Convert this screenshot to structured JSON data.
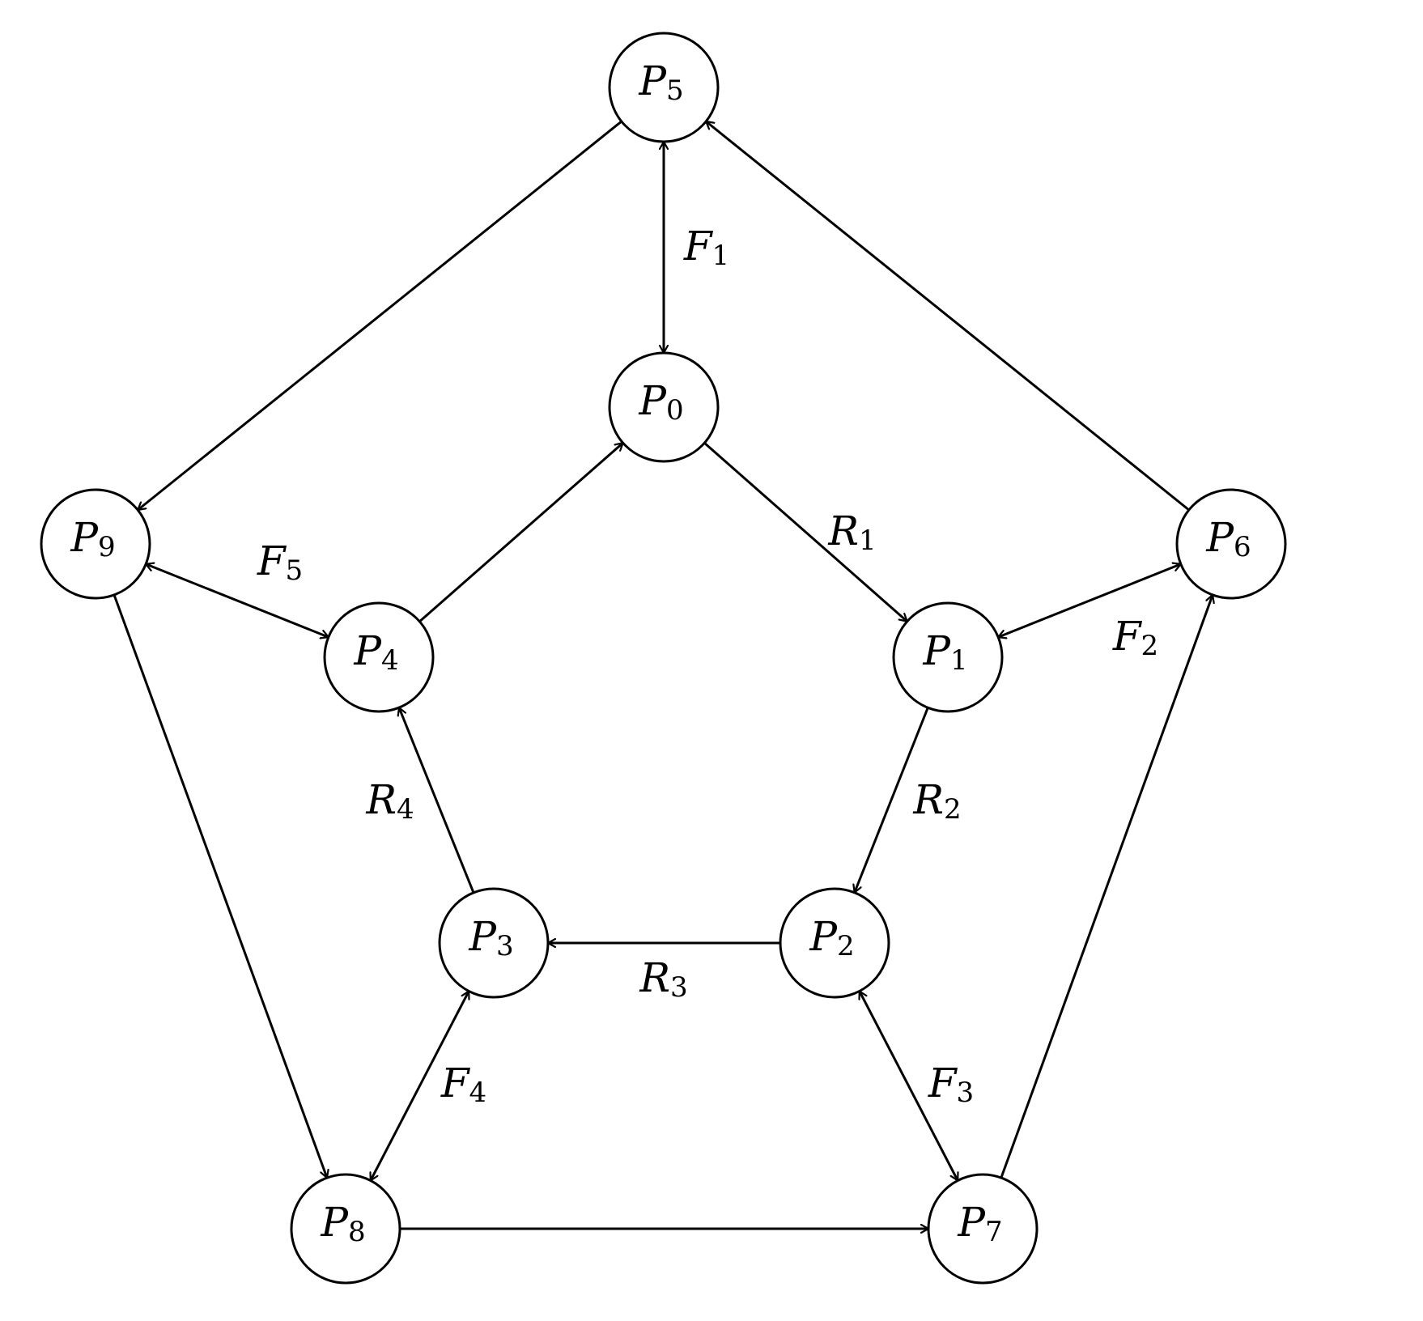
{
  "diagram": {
    "colors": {
      "stroke": "#000000",
      "fill": "#ffffff"
    },
    "nodes": [
      {
        "id": "P0",
        "base": "P",
        "sub": "0"
      },
      {
        "id": "P1",
        "base": "P",
        "sub": "1"
      },
      {
        "id": "P2",
        "base": "P",
        "sub": "2"
      },
      {
        "id": "P3",
        "base": "P",
        "sub": "3"
      },
      {
        "id": "P4",
        "base": "P",
        "sub": "4"
      },
      {
        "id": "P5",
        "base": "P",
        "sub": "5"
      },
      {
        "id": "P6",
        "base": "P",
        "sub": "6"
      },
      {
        "id": "P7",
        "base": "P",
        "sub": "7"
      },
      {
        "id": "P8",
        "base": "P",
        "sub": "8"
      },
      {
        "id": "P9",
        "base": "P",
        "sub": "9"
      }
    ],
    "edges": [
      {
        "from": "P0",
        "to": "P1",
        "direction": "forward",
        "label": {
          "base": "R",
          "sub": "1"
        }
      },
      {
        "from": "P1",
        "to": "P2",
        "direction": "forward",
        "label": {
          "base": "R",
          "sub": "2"
        }
      },
      {
        "from": "P2",
        "to": "P3",
        "direction": "forward",
        "label": {
          "base": "R",
          "sub": "3"
        }
      },
      {
        "from": "P3",
        "to": "P4",
        "direction": "forward",
        "label": {
          "base": "R",
          "sub": "4"
        }
      },
      {
        "from": "P4",
        "to": "P0",
        "direction": "forward",
        "label": null
      },
      {
        "from": "P5",
        "to": "P0",
        "direction": "both",
        "label": {
          "base": "F",
          "sub": "1"
        }
      },
      {
        "from": "P1",
        "to": "P6",
        "direction": "both",
        "label": {
          "base": "F",
          "sub": "2"
        }
      },
      {
        "from": "P2",
        "to": "P7",
        "direction": "both",
        "label": {
          "base": "F",
          "sub": "3"
        }
      },
      {
        "from": "P3",
        "to": "P8",
        "direction": "both",
        "label": {
          "base": "F",
          "sub": "4"
        }
      },
      {
        "from": "P9",
        "to": "P4",
        "direction": "both",
        "label": {
          "base": "F",
          "sub": "5"
        }
      },
      {
        "from": "P5",
        "to": "P9",
        "direction": "forward",
        "label": null
      },
      {
        "from": "P9",
        "to": "P8",
        "direction": "forward",
        "label": null
      },
      {
        "from": "P8",
        "to": "P7",
        "direction": "forward",
        "label": null
      },
      {
        "from": "P7",
        "to": "P6",
        "direction": "forward",
        "label": null
      },
      {
        "from": "P6",
        "to": "P5",
        "direction": "forward",
        "label": null
      }
    ]
  }
}
